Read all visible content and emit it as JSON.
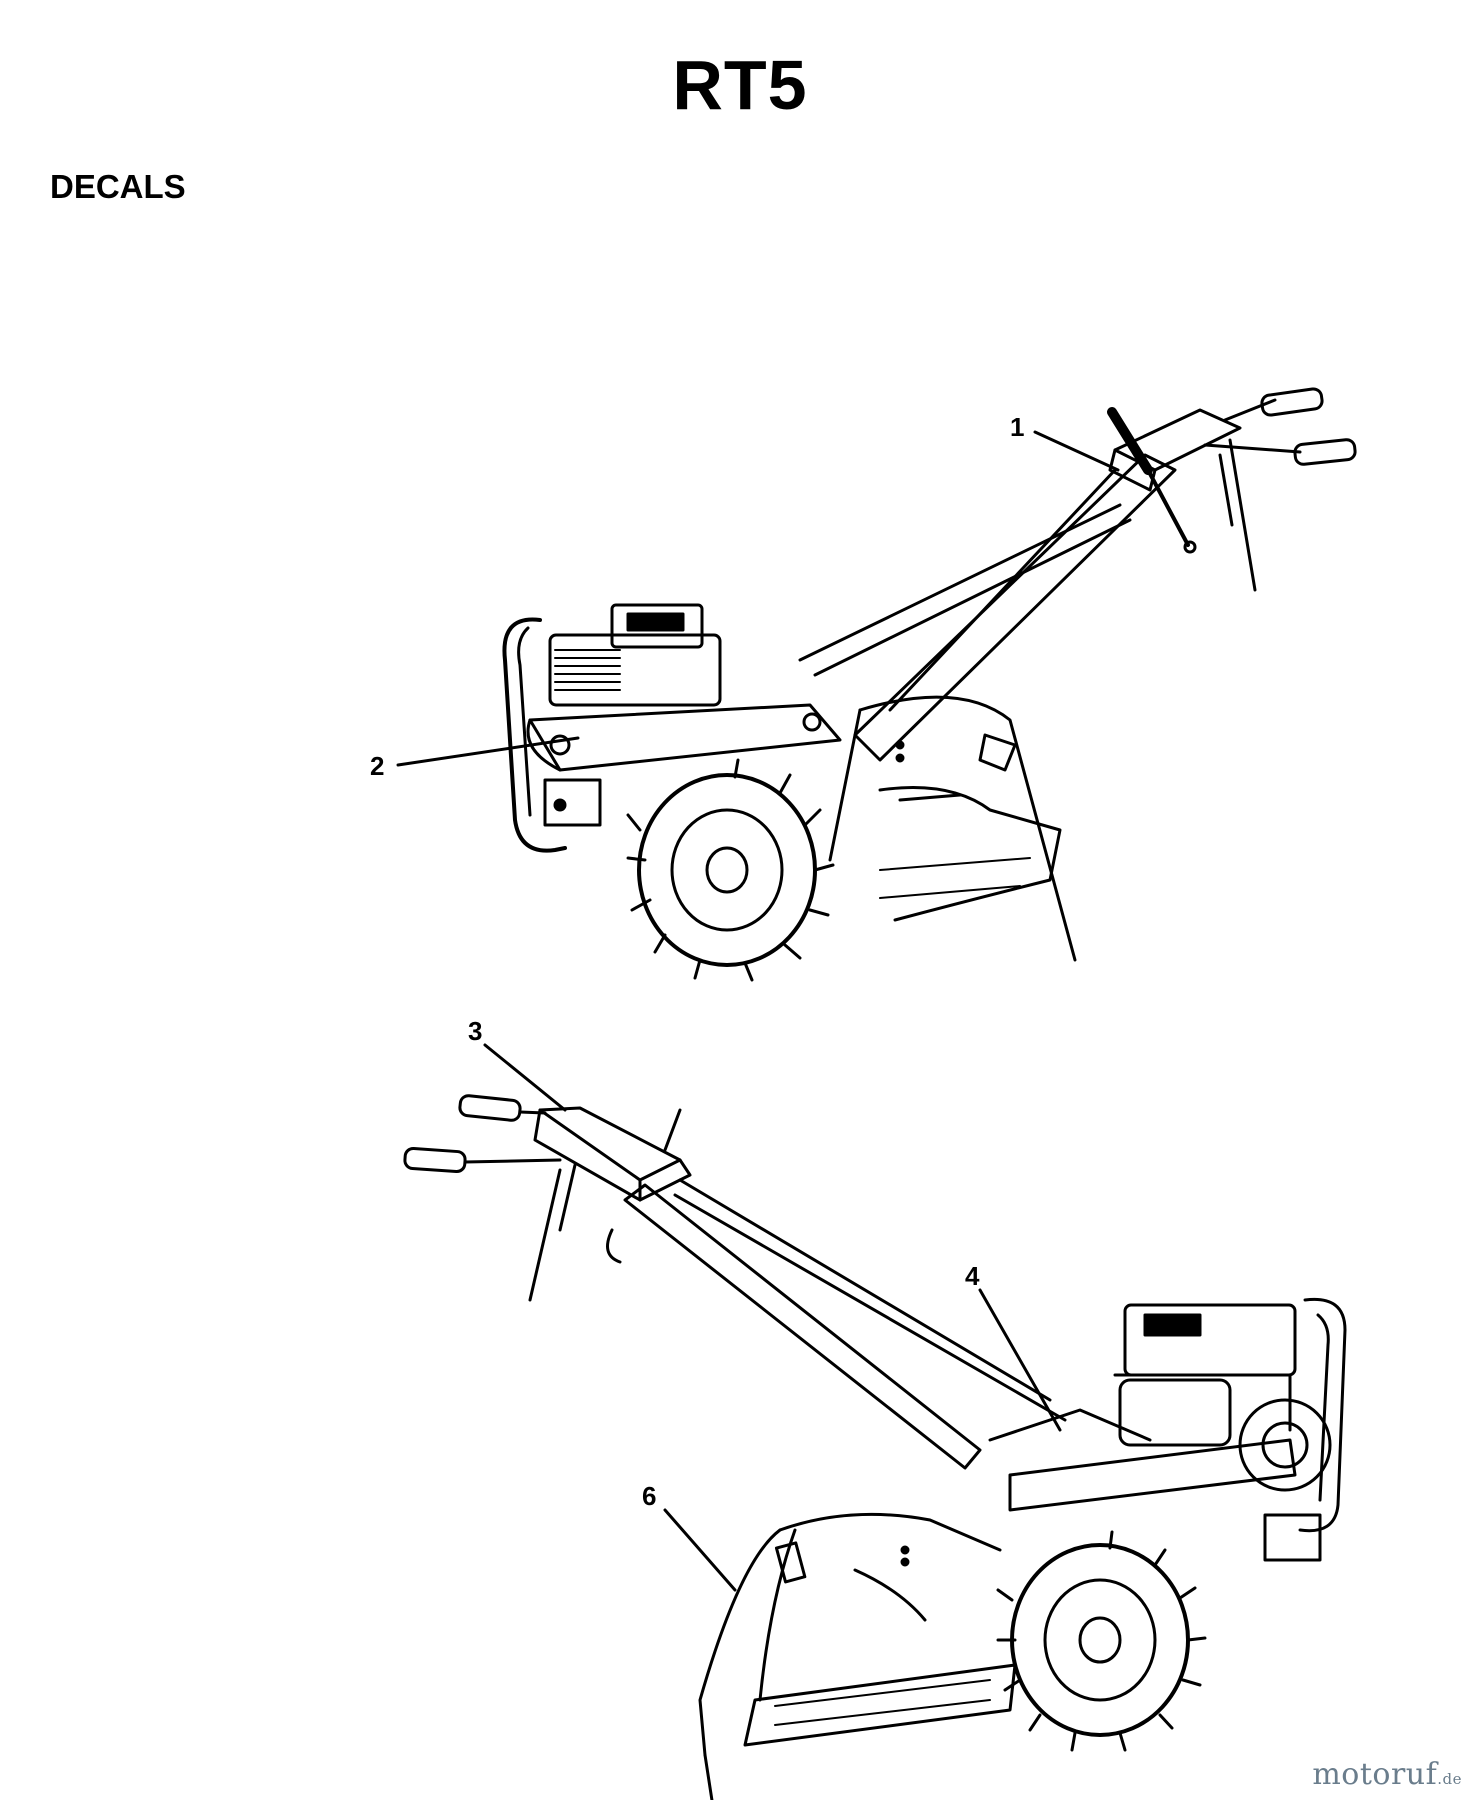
{
  "page": {
    "title": "RT5",
    "section": "DECALS"
  },
  "callouts": {
    "c1": "1",
    "c2": "2",
    "c3": "3",
    "c4": "4",
    "c6": "6"
  },
  "watermark": {
    "name": "motoruf",
    "tld": ".de"
  },
  "colors": {
    "ink": "#000000",
    "paper": "#ffffff",
    "watermark": "#6a7d8c"
  }
}
